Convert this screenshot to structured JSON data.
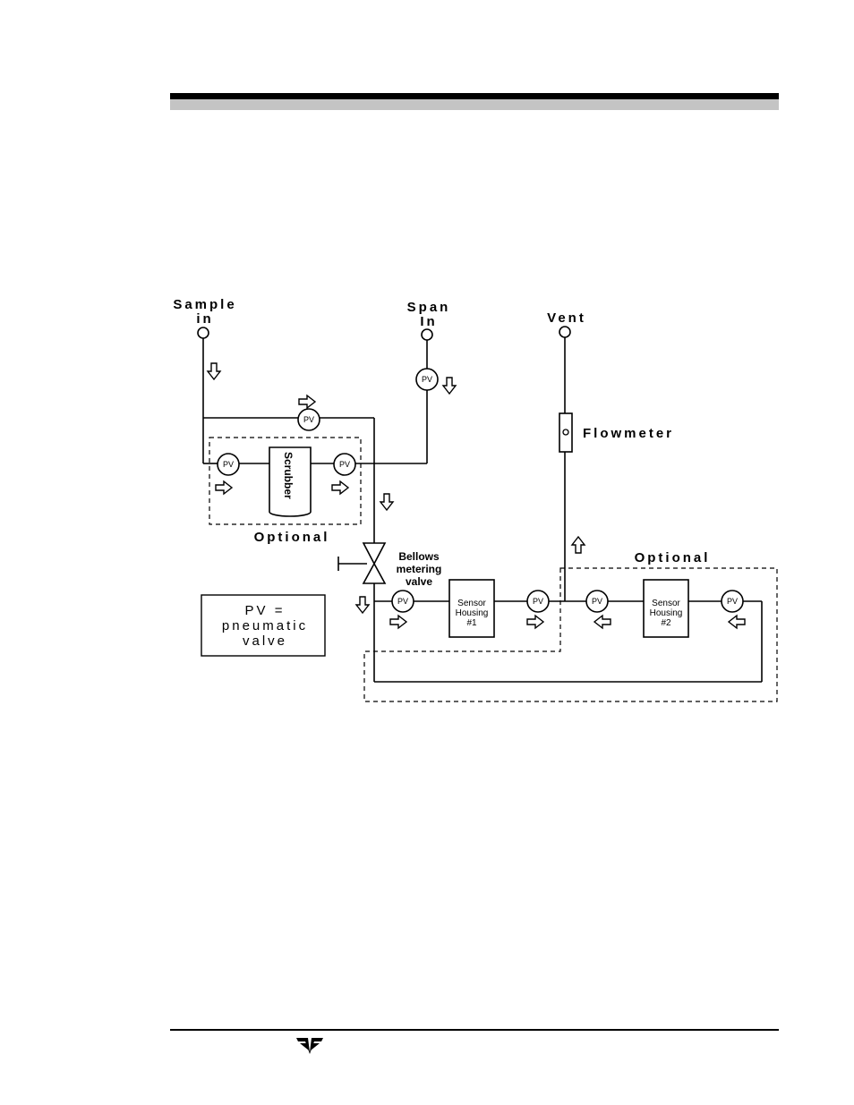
{
  "diagram": {
    "labels": {
      "sample_in_line1": "Sample",
      "sample_in_line2": "in",
      "span_in_line1": "Span",
      "span_in_line2": "In",
      "vent": "Vent",
      "flowmeter": "Flowmeter",
      "scrubber": "Scrubber",
      "optional_left": "Optional",
      "optional_right": "Optional",
      "bellows_line1": "Bellows",
      "bellows_line2": "metering",
      "bellows_line3": "valve",
      "sensor1_line1": "Sensor",
      "sensor1_line2": "Housing",
      "sensor1_line3": "#1",
      "sensor2_line1": "Sensor",
      "sensor2_line2": "Housing",
      "sensor2_line3": "#2",
      "pv": "PV"
    },
    "legend": {
      "line1": "PV =",
      "line2": "pneumatic",
      "line3": "valve"
    }
  },
  "footer": {
    "logo_icon": "teledyne-logo-icon"
  }
}
